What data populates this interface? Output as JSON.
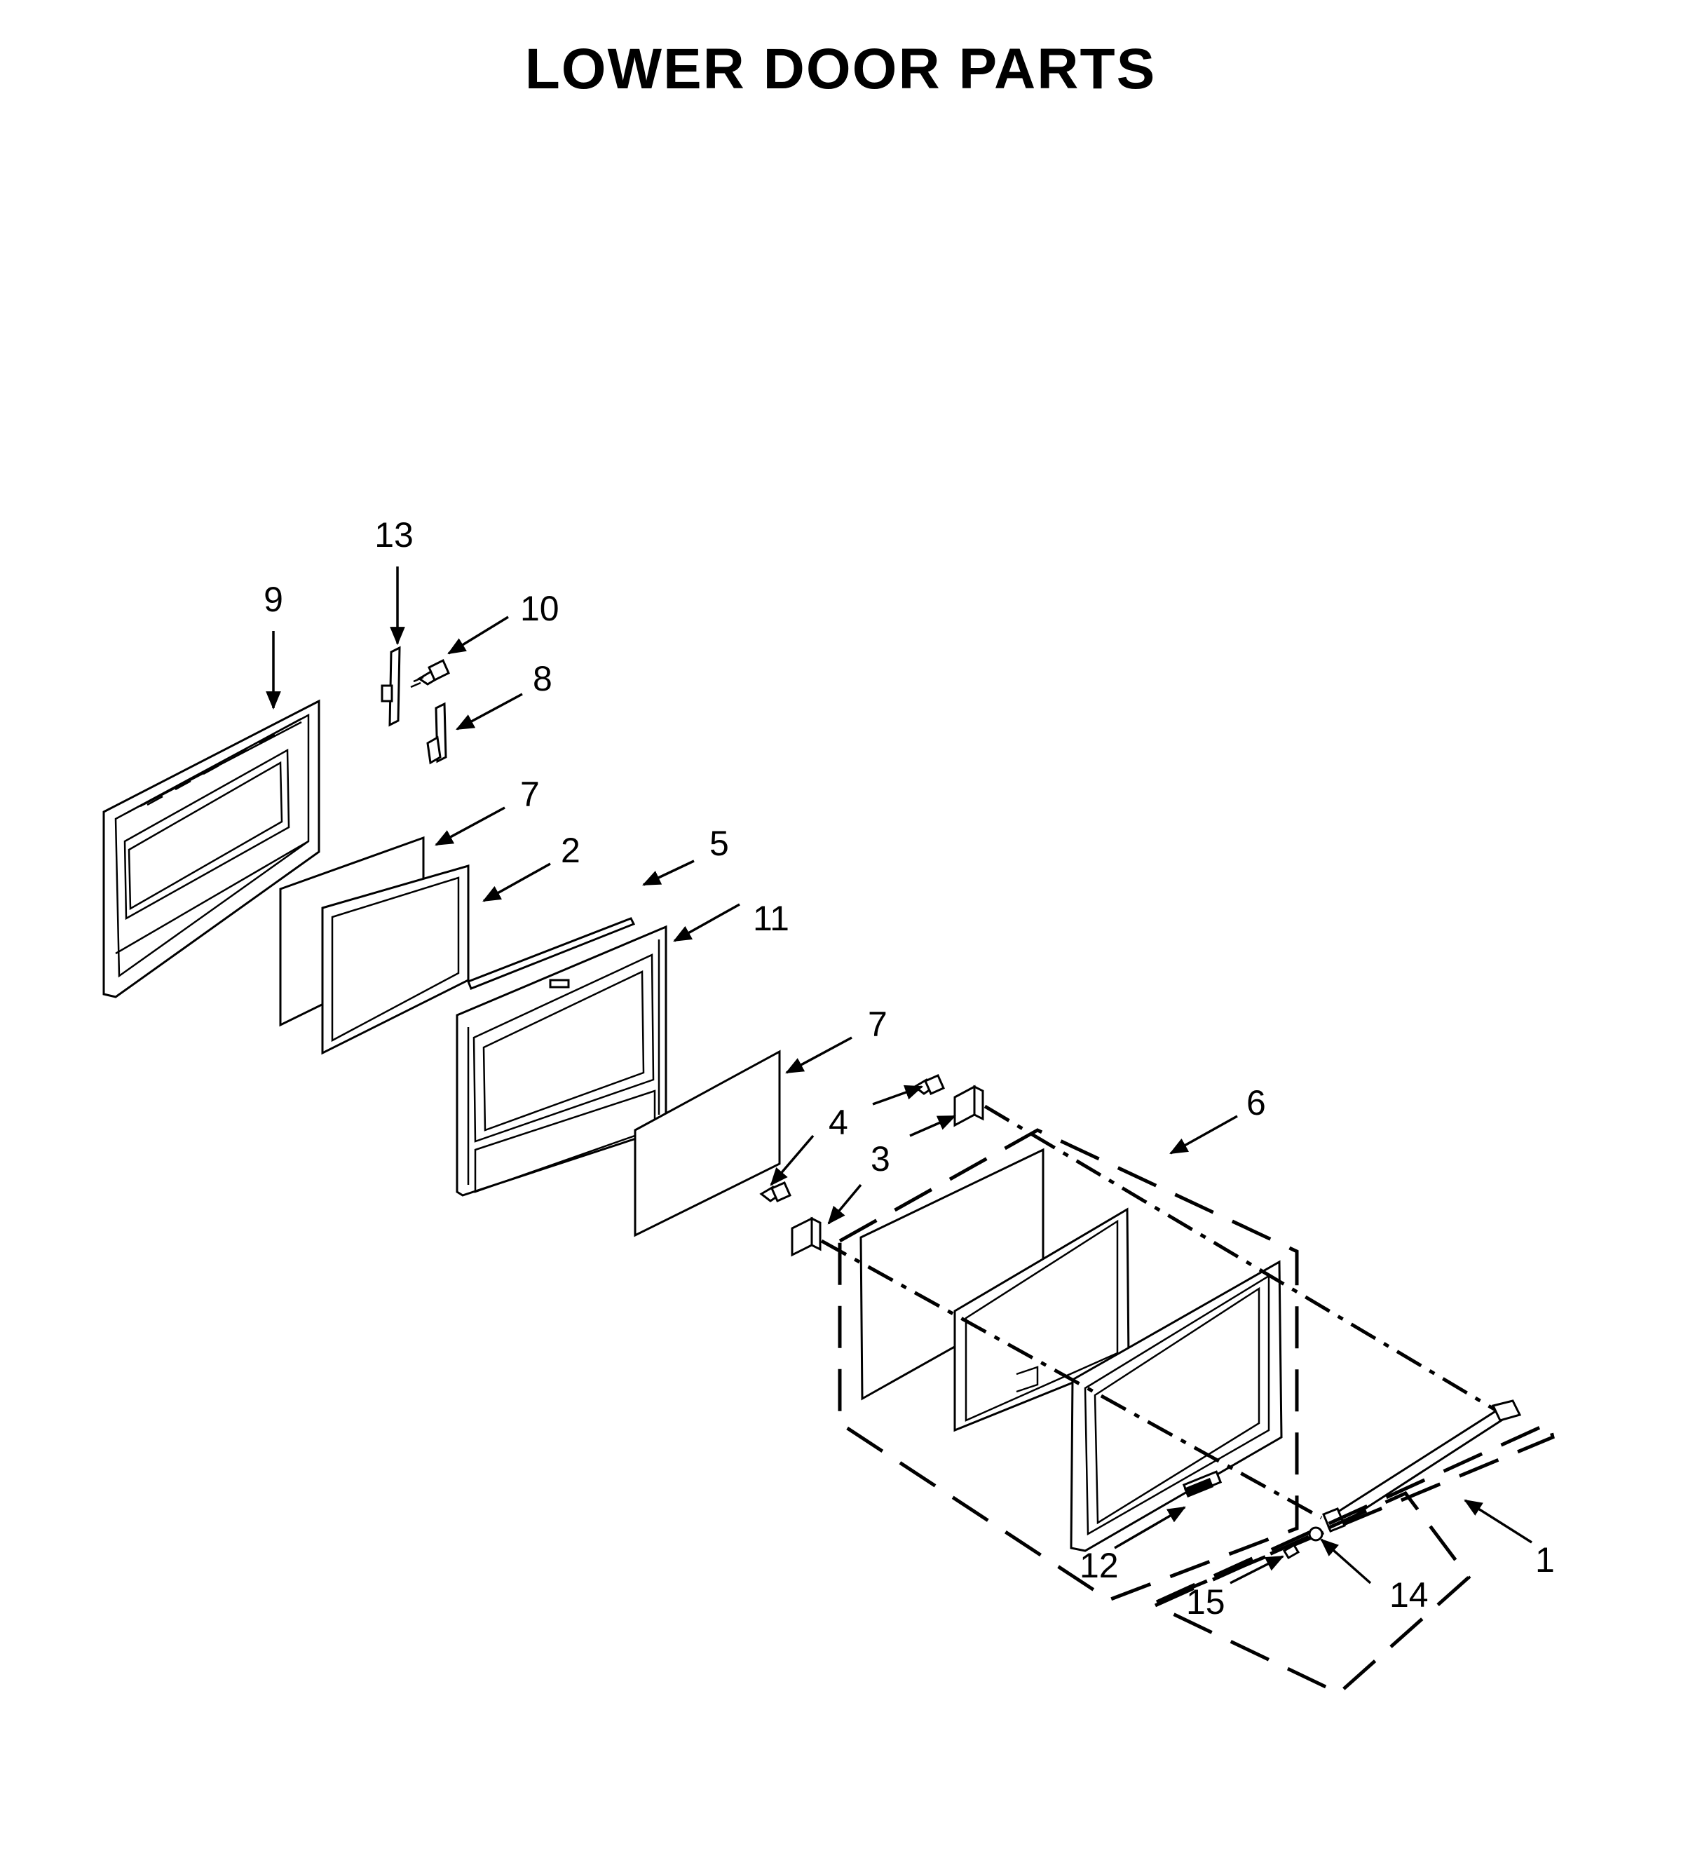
{
  "title": "LOWER DOOR PARTS",
  "callouts": {
    "c1": "1",
    "c2": "2",
    "c3": "3",
    "c4": "4",
    "c5": "5",
    "c6": "6",
    "c7a": "7",
    "c7b": "7",
    "c8": "8",
    "c9": "9",
    "c10": "10",
    "c11": "11",
    "c12": "12",
    "c13": "13",
    "c14": "14",
    "c15": "15"
  }
}
